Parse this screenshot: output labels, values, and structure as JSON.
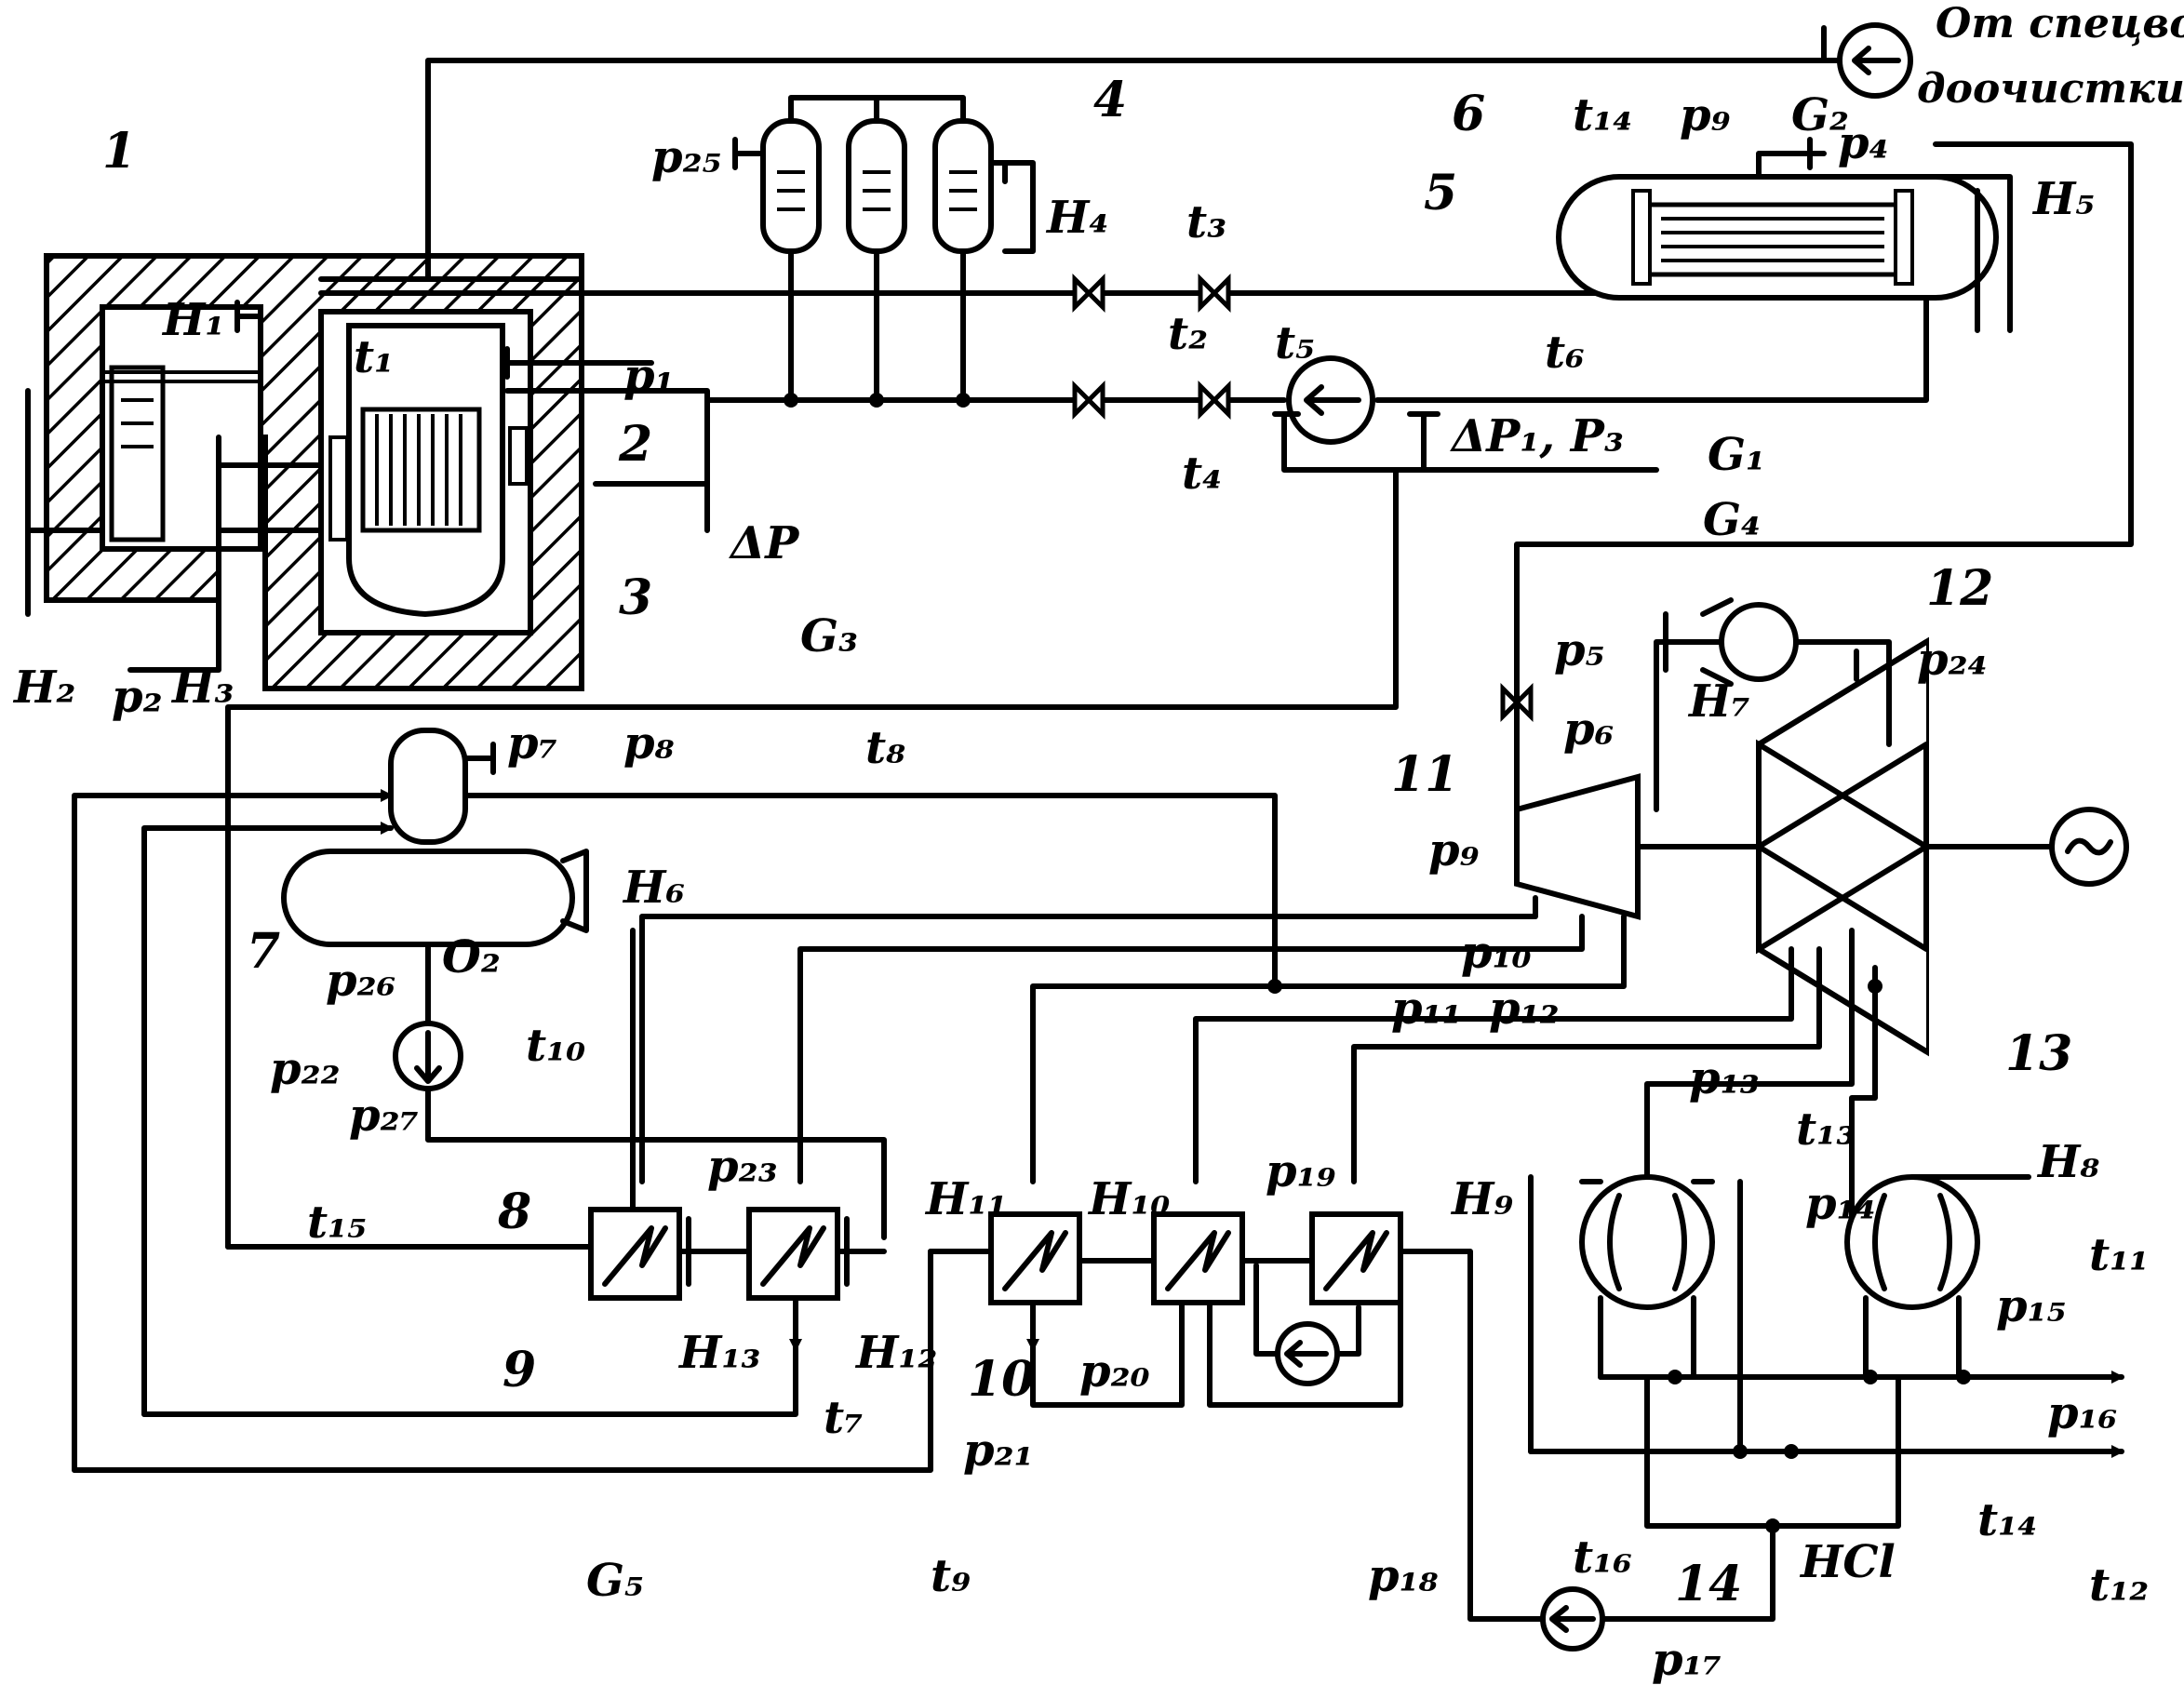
{
  "note": {
    "line1": "От спецво-",
    "line2": "доочистки"
  },
  "components": {
    "c1": "1",
    "c2": "2",
    "c3": "3",
    "c4": "4",
    "c5": "5",
    "c6": "6",
    "c7": "7",
    "c8": "8",
    "c9": "9",
    "c10": "10",
    "c11": "11",
    "c12": "12",
    "c13": "13",
    "c14": "14"
  },
  "labels": {
    "H1": "H₁",
    "H2": "H₂",
    "H3": "H₃",
    "H4": "H₄",
    "H5": "H₅",
    "H6": "H₆",
    "H7": "H₇",
    "H8": "H₈",
    "H9": "H₉",
    "H10": "H₁₀",
    "H11": "H₁₁",
    "H12": "H₁₂",
    "H13": "H₁₃",
    "t1": "t₁",
    "t2": "t₂",
    "t3": "t₃",
    "t4": "t₄",
    "t5": "t₅",
    "t6": "t₆",
    "t7": "t₇",
    "t8": "t₈",
    "t9": "t₉",
    "t10": "t₁₀",
    "t11": "t₁₁",
    "t12": "t₁₂",
    "t13": "t₁₃",
    "t14": "t₁₄",
    "t14b": "t₁₄",
    "t15": "t₁₅",
    "t16": "t₁₆",
    "p1": "p₁",
    "p2": "p₂",
    "p4": "p₄",
    "p5": "p₅",
    "p6": "p₆",
    "p7": "p₇",
    "p8": "p₈",
    "p9": "p₉",
    "p9b": "p₉",
    "p10": "p₁₀",
    "p11": "p₁₁",
    "p12": "p₁₂",
    "p13": "p₁₃",
    "p14": "p₁₄",
    "p15": "p₁₅",
    "p16": "p₁₆",
    "p17": "p₁₇",
    "p18": "p₁₈",
    "p19": "p₁₉",
    "p20": "p₂₀",
    "p21": "p₂₁",
    "p22": "p₂₂",
    "p23": "p₂₃",
    "p24": "p₂₄",
    "p25": "p₂₅",
    "p26": "p₂₆",
    "p27": "p₂₇",
    "G1": "G₁",
    "G2": "G₂",
    "G3": "G₃",
    "G4": "G₄",
    "G5": "G₅",
    "dP": "ΔP",
    "dP1P3": "ΔP₁, P₃",
    "O2": "O₂",
    "NCl": "HCl"
  }
}
